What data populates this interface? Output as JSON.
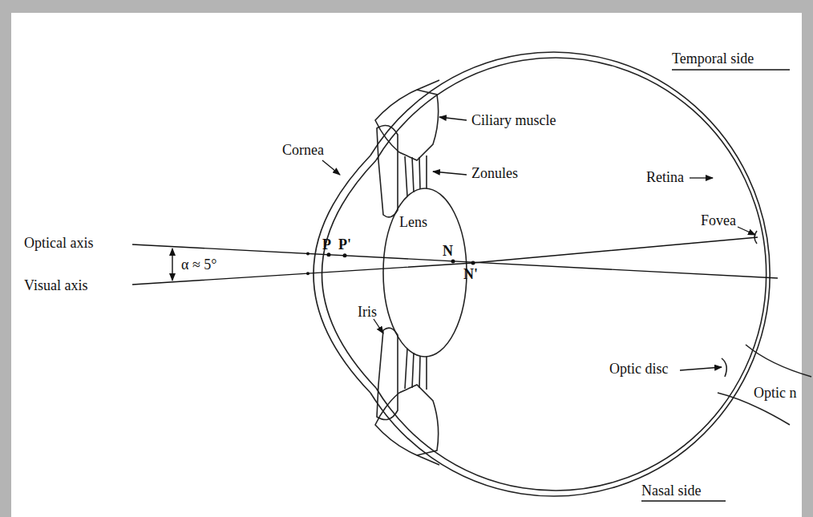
{
  "diagram": {
    "labels": [
      "Temporal side",
      "Ciliary muscle",
      "Cornea",
      "Zonules",
      "Retina",
      "Lens",
      "Fovea",
      "Optical axis",
      "P",
      "P'",
      "N",
      "α ≈ 5°",
      "N'",
      "Visual axis",
      "Iris",
      "Optic disc",
      "Optic n",
      "Nasal side"
    ]
  }
}
